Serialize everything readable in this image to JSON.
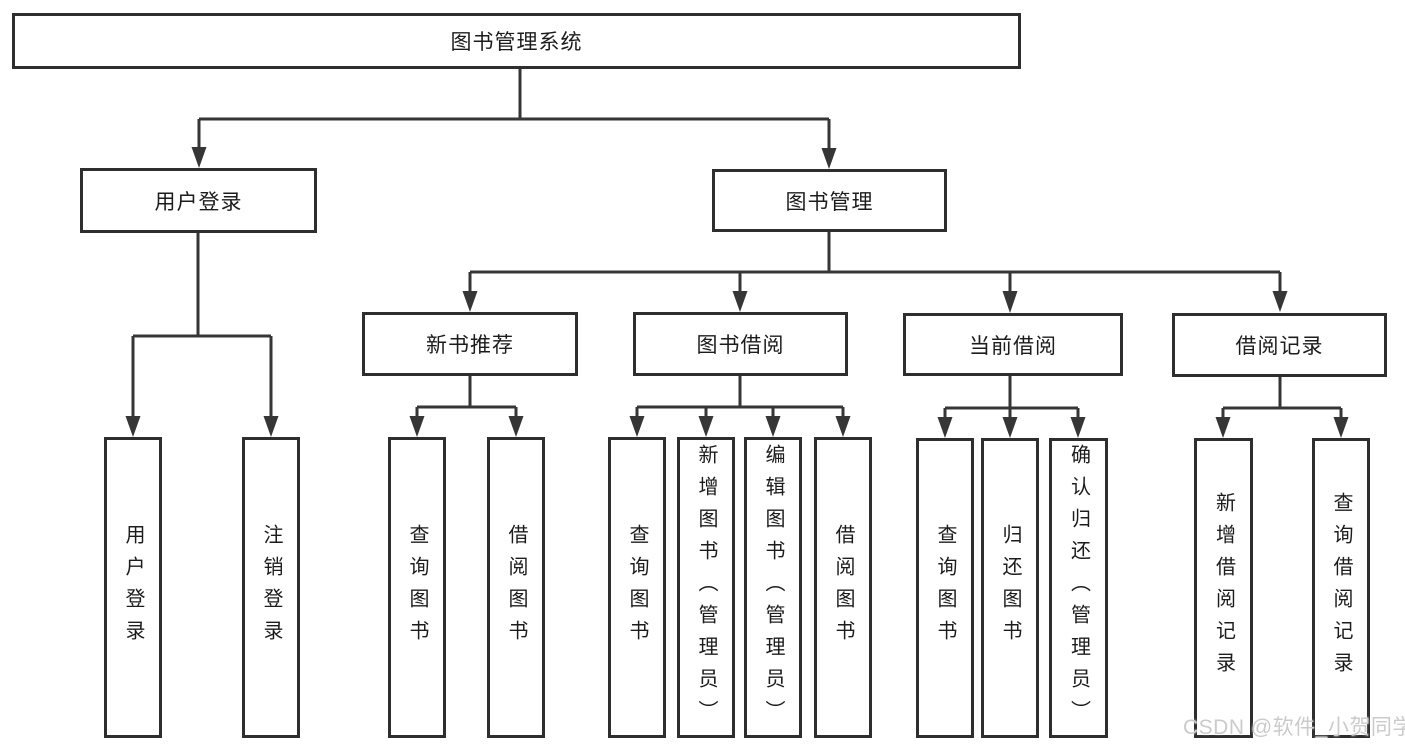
{
  "colors": {
    "line": "#363636",
    "box_border": "#2e2e2e",
    "text": "#1c1c1c",
    "background": "#ffffff",
    "watermark": "#cbcbcb"
  },
  "diagram": {
    "root": {
      "label": "图书管理系统"
    },
    "level2": [
      {
        "label": "用户登录"
      },
      {
        "label": "图书管理"
      }
    ],
    "level3": [
      {
        "label": "新书推荐"
      },
      {
        "label": "图书借阅"
      },
      {
        "label": "当前借阅"
      },
      {
        "label": "借阅记录"
      }
    ],
    "leaves": [
      {
        "label": "用户登录"
      },
      {
        "label": "注销登录"
      },
      {
        "label": "查询图书"
      },
      {
        "label": "借阅图书"
      },
      {
        "label": "查询图书"
      },
      {
        "label": "新增图书（管理员）"
      },
      {
        "label": "编辑图书（管理员）"
      },
      {
        "label": "借阅图书"
      },
      {
        "label": "查询图书"
      },
      {
        "label": "归还图书"
      },
      {
        "label": "确认归还（管理员）"
      },
      {
        "label": "新增借阅记录"
      },
      {
        "label": "查询借阅记录"
      }
    ]
  },
  "watermark": {
    "text": "CSDN @软件_小贺同学"
  }
}
